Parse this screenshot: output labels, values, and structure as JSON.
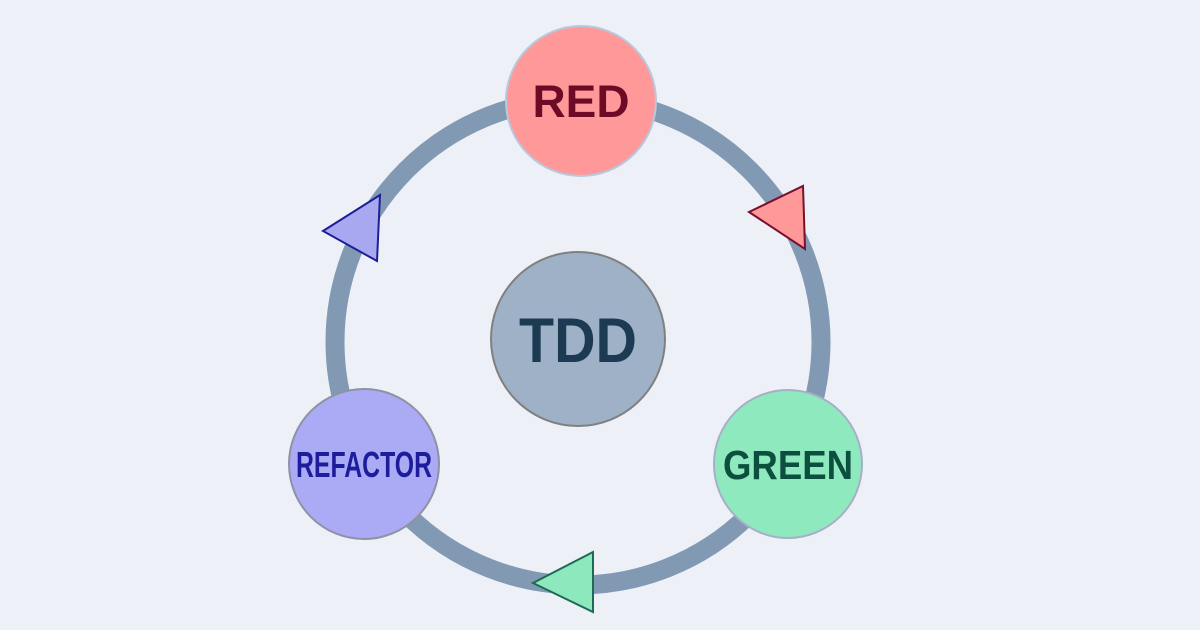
{
  "diagram": {
    "background_color": "#EDF1F7",
    "ring_color": "#8299B4",
    "center": {
      "label": "TDD",
      "fill": "#9EB1C7",
      "border_color": "#808080",
      "text_color": "#1C3A52"
    },
    "nodes": [
      {
        "label": "RED",
        "fill": "#FF9999",
        "border_color": "#B8C8DE",
        "text_color": "#6D0B26"
      },
      {
        "label": "GREEN",
        "fill": "#8FE9BE",
        "border_color": "#A5B0C8",
        "text_color": "#0D4F3E"
      },
      {
        "label": "REFACTOR",
        "fill": "#AAAAF5",
        "border_color": "#9191A5",
        "text_color": "#1C1C9C"
      }
    ],
    "arrows": [
      {
        "fill": "#FF9999",
        "stroke": "#7A0F2B"
      },
      {
        "fill": "#8DE9BD",
        "stroke": "#1E6B55"
      },
      {
        "fill": "#A8A8F0",
        "stroke": "#1E1E96"
      }
    ]
  }
}
